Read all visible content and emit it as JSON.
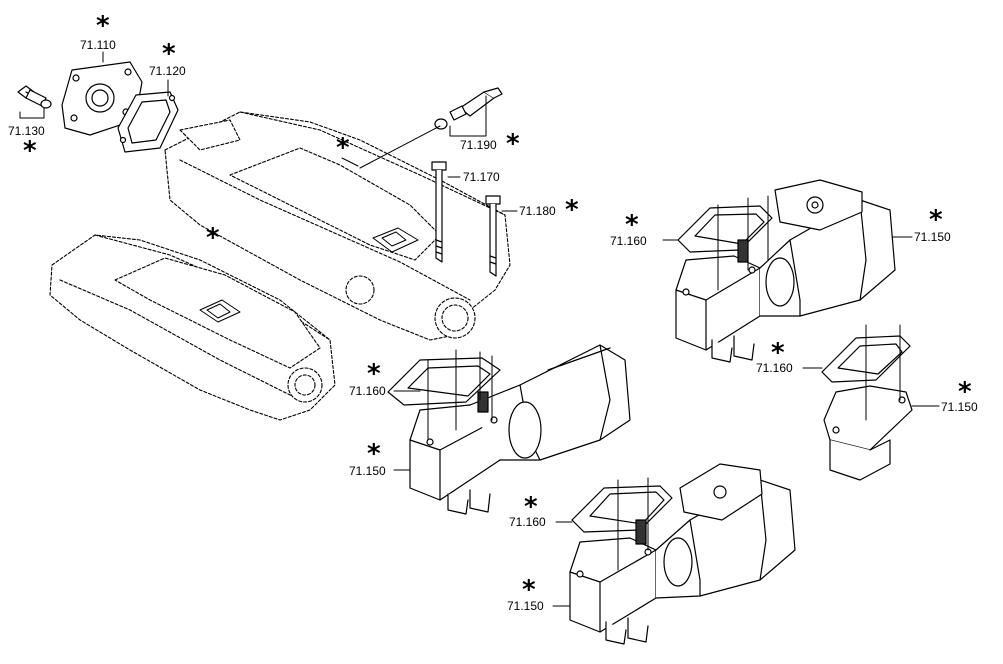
{
  "callouts": [
    {
      "id": "71.110",
      "text": "71.110",
      "starred": true
    },
    {
      "id": "71.120",
      "text": "71.120",
      "starred": true
    },
    {
      "id": "71.130",
      "text": "71.130",
      "starred": true
    },
    {
      "id": "71.190",
      "text": "71.190",
      "starred": true
    },
    {
      "id": "71.170",
      "text": "71.170",
      "starred": false
    },
    {
      "id": "71.180",
      "text": "71.180",
      "starred": true
    },
    {
      "id": "71.160-a",
      "text": "71.160",
      "starred": true
    },
    {
      "id": "71.150-a",
      "text": "71.150",
      "starred": true
    },
    {
      "id": "71.160-b",
      "text": "71.160",
      "starred": true
    },
    {
      "id": "71.150-b",
      "text": "71.150",
      "starred": true
    },
    {
      "id": "71.160-c",
      "text": "71.160",
      "starred": true
    },
    {
      "id": "71.150-c",
      "text": "71.150",
      "starred": true
    },
    {
      "id": "71.160-d",
      "text": "71.160",
      "starred": true
    },
    {
      "id": "71.150-d",
      "text": "71.150",
      "starred": true
    }
  ],
  "markers": {
    "star": "*"
  },
  "colors": {
    "ink": "#000000",
    "fill": "#ffffff"
  }
}
